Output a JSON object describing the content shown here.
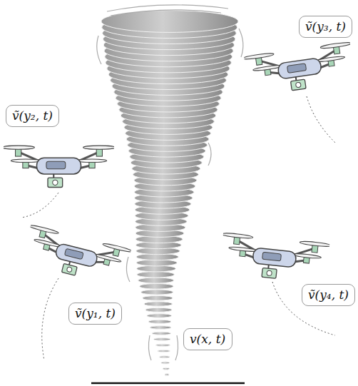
{
  "diagram": {
    "nodes": [
      {
        "text": [
          "ṽ(y₂, t)"
        ]
      },
      {
        "text": [
          "ṽ(y₃, t)"
        ]
      },
      {
        "text": [
          "ṽ(y₁, t)"
        ]
      },
      {
        "text": [
          "ṽ(y₄, t)"
        ]
      },
      {
        "text": [
          "v(x, t)"
        ]
      }
    ]
  }
}
